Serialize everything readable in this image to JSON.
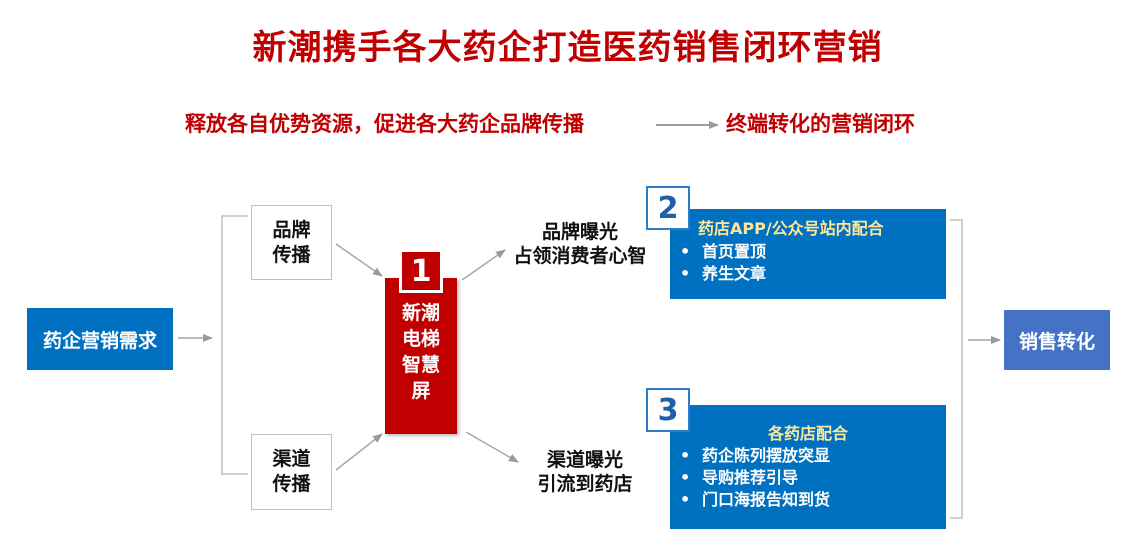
{
  "title": "新潮携手各大药企打造医药销售闭环营销",
  "subtitle": {
    "left": "释放各自优势资源，促进各大药企品牌传播",
    "right": "终端转化的营销闭环"
  },
  "start_box": "药企营销需求",
  "brand_box": {
    "line1": "品牌",
    "line2": "传播"
  },
  "channel_box": {
    "line1": "渠道",
    "line2": "传播"
  },
  "center": {
    "badge": "1",
    "lines": [
      "新潮",
      "电梯",
      "智慧",
      "屏"
    ]
  },
  "brand_exposure": {
    "line1": "品牌曝光",
    "line2": "占领消费者心智"
  },
  "channel_exposure": {
    "line1": "渠道曝光",
    "line2": "引流到药店"
  },
  "panel2": {
    "badge": "2",
    "title": "药店APP/公众号站内配合",
    "items": [
      "首页置顶",
      "养生文章"
    ]
  },
  "panel3": {
    "badge": "3",
    "title": "各药店配合",
    "items": [
      "药企陈列摆放突显",
      "导购推荐引导",
      "门口海报告知到货"
    ]
  },
  "end_box": "销售转化",
  "colors": {
    "red": "#c00000",
    "blue": "#0070c0",
    "highlight": "#ffe699"
  }
}
